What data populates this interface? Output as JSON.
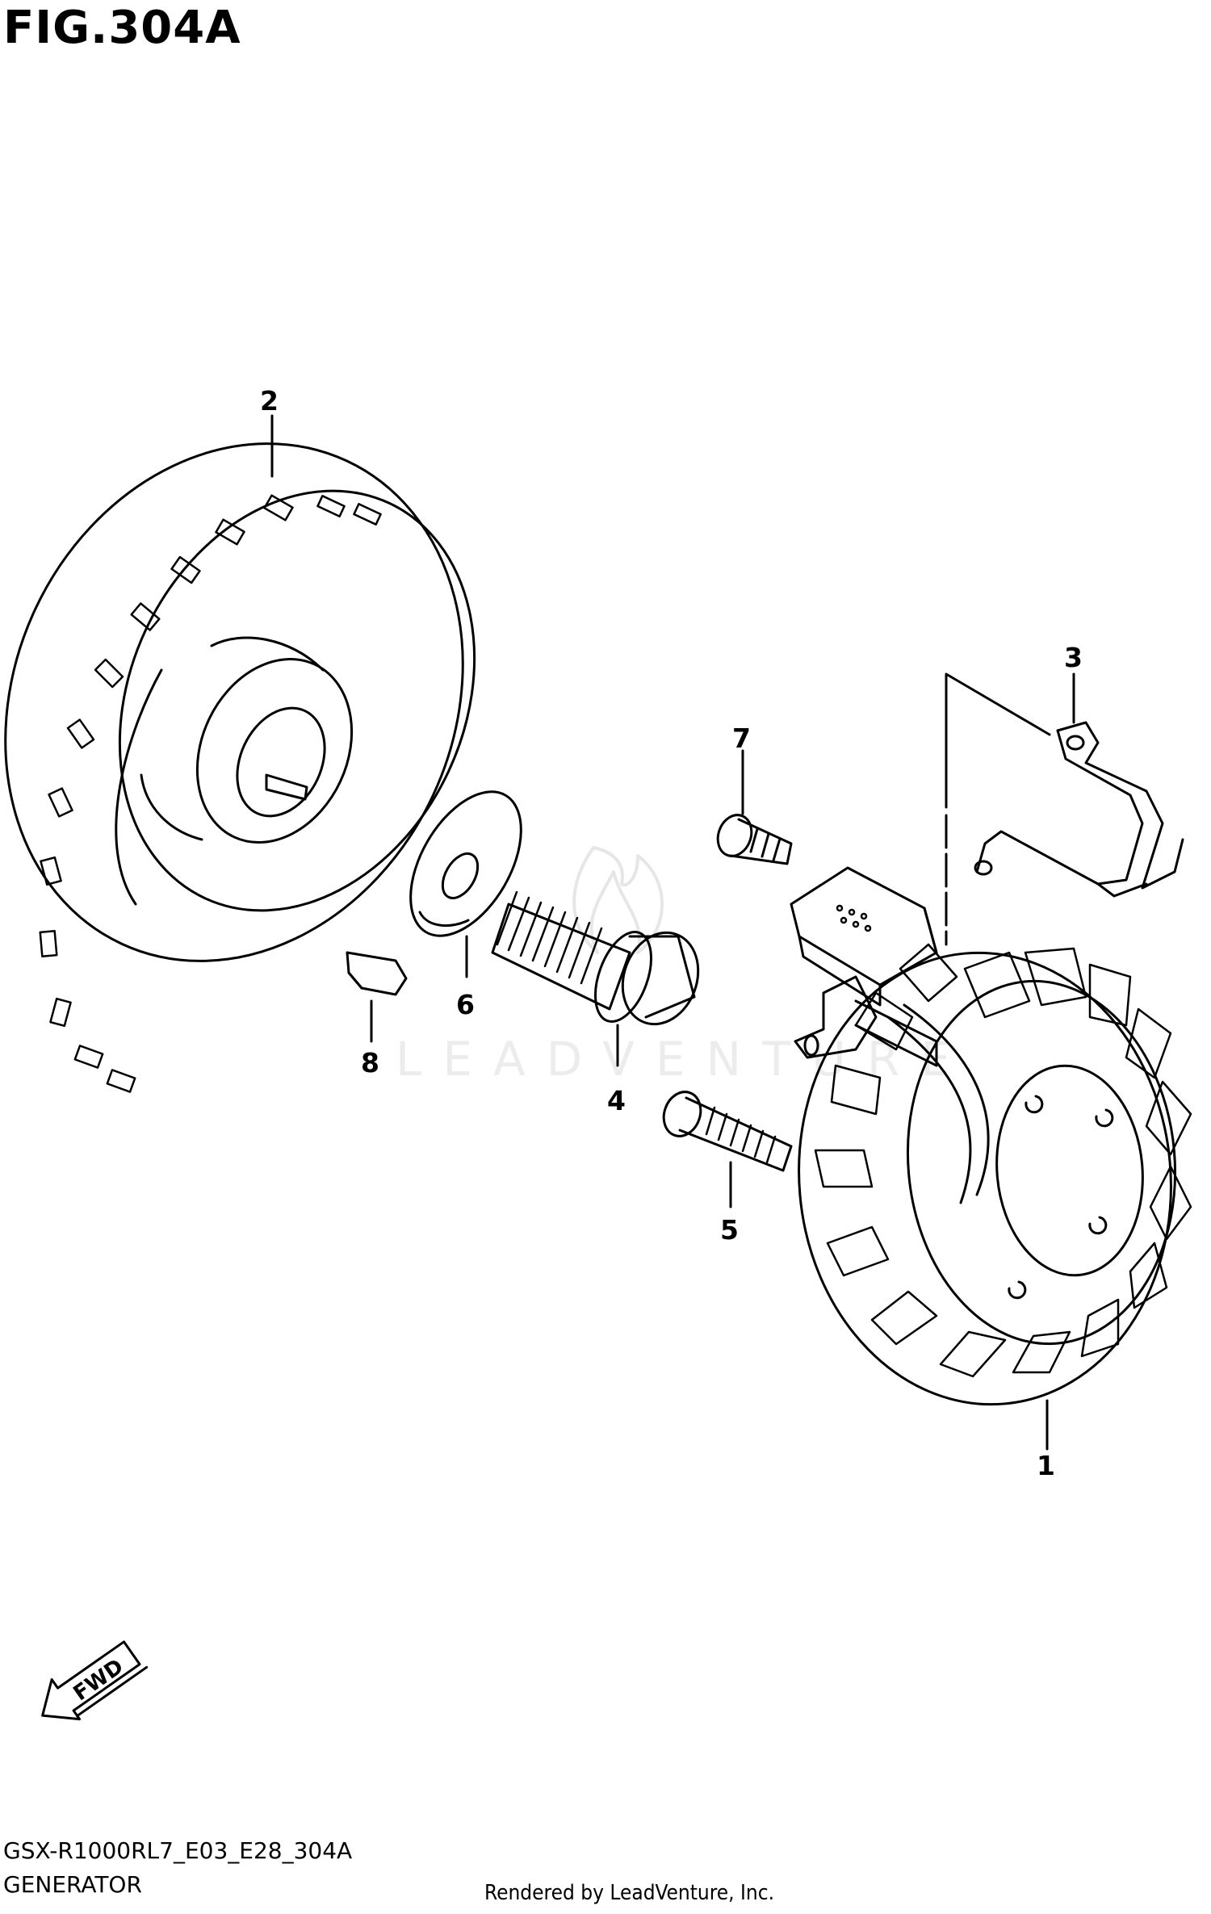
{
  "header": {
    "figure_title": "FIG.304A"
  },
  "watermark": {
    "text": "LEADVENTURE",
    "icon": "flame-icon"
  },
  "callouts": [
    {
      "id": "1",
      "label": "1"
    },
    {
      "id": "2",
      "label": "2"
    },
    {
      "id": "3",
      "label": "3"
    },
    {
      "id": "4",
      "label": "4"
    },
    {
      "id": "5",
      "label": "5"
    },
    {
      "id": "6",
      "label": "6"
    },
    {
      "id": "7",
      "label": "7"
    },
    {
      "id": "8",
      "label": "8"
    }
  ],
  "fwd_indicator": {
    "label": "FWD",
    "icon": "fwd-arrow-icon"
  },
  "footer": {
    "model_code": "GSX-R1000RL7_E03_E28_304A",
    "section_name": "GENERATOR",
    "credit": "Rendered by LeadVenture, Inc."
  }
}
